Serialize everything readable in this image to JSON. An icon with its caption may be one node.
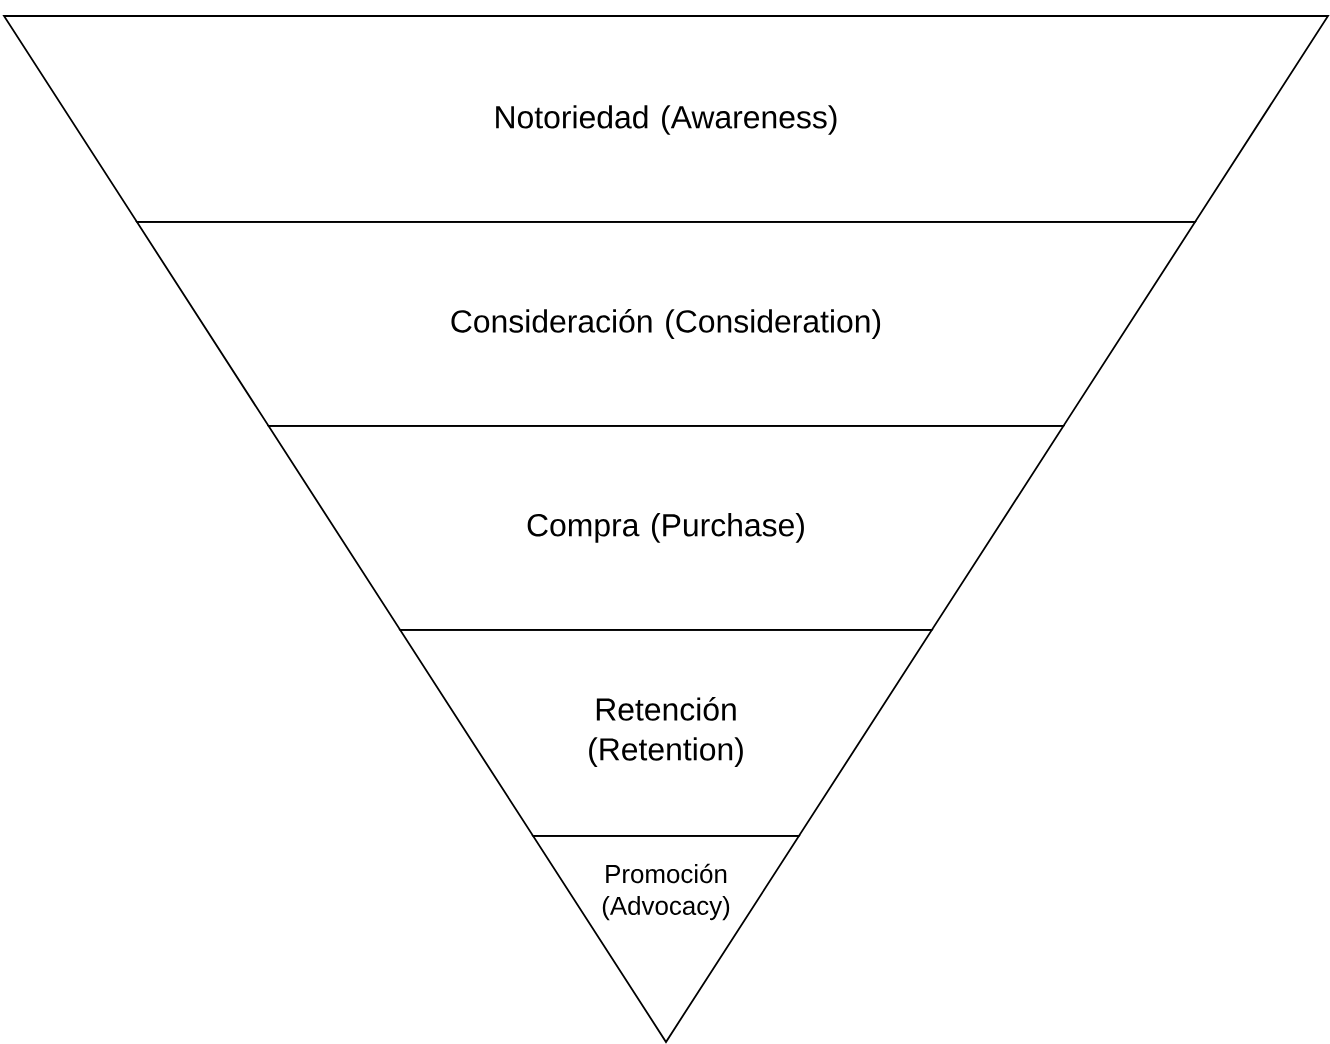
{
  "diagram": {
    "nodes": [
      {
        "text": [
          "Notoriedad (Awareness)"
        ]
      },
      {
        "text": [
          "Consideración (Consideration)"
        ]
      },
      {
        "text": [
          "Compra (Purchase)"
        ]
      },
      {
        "text": [
          "Retención (Retention)"
        ]
      },
      {
        "text": [
          "Promoción (Advocacy)"
        ]
      }
    ]
  }
}
